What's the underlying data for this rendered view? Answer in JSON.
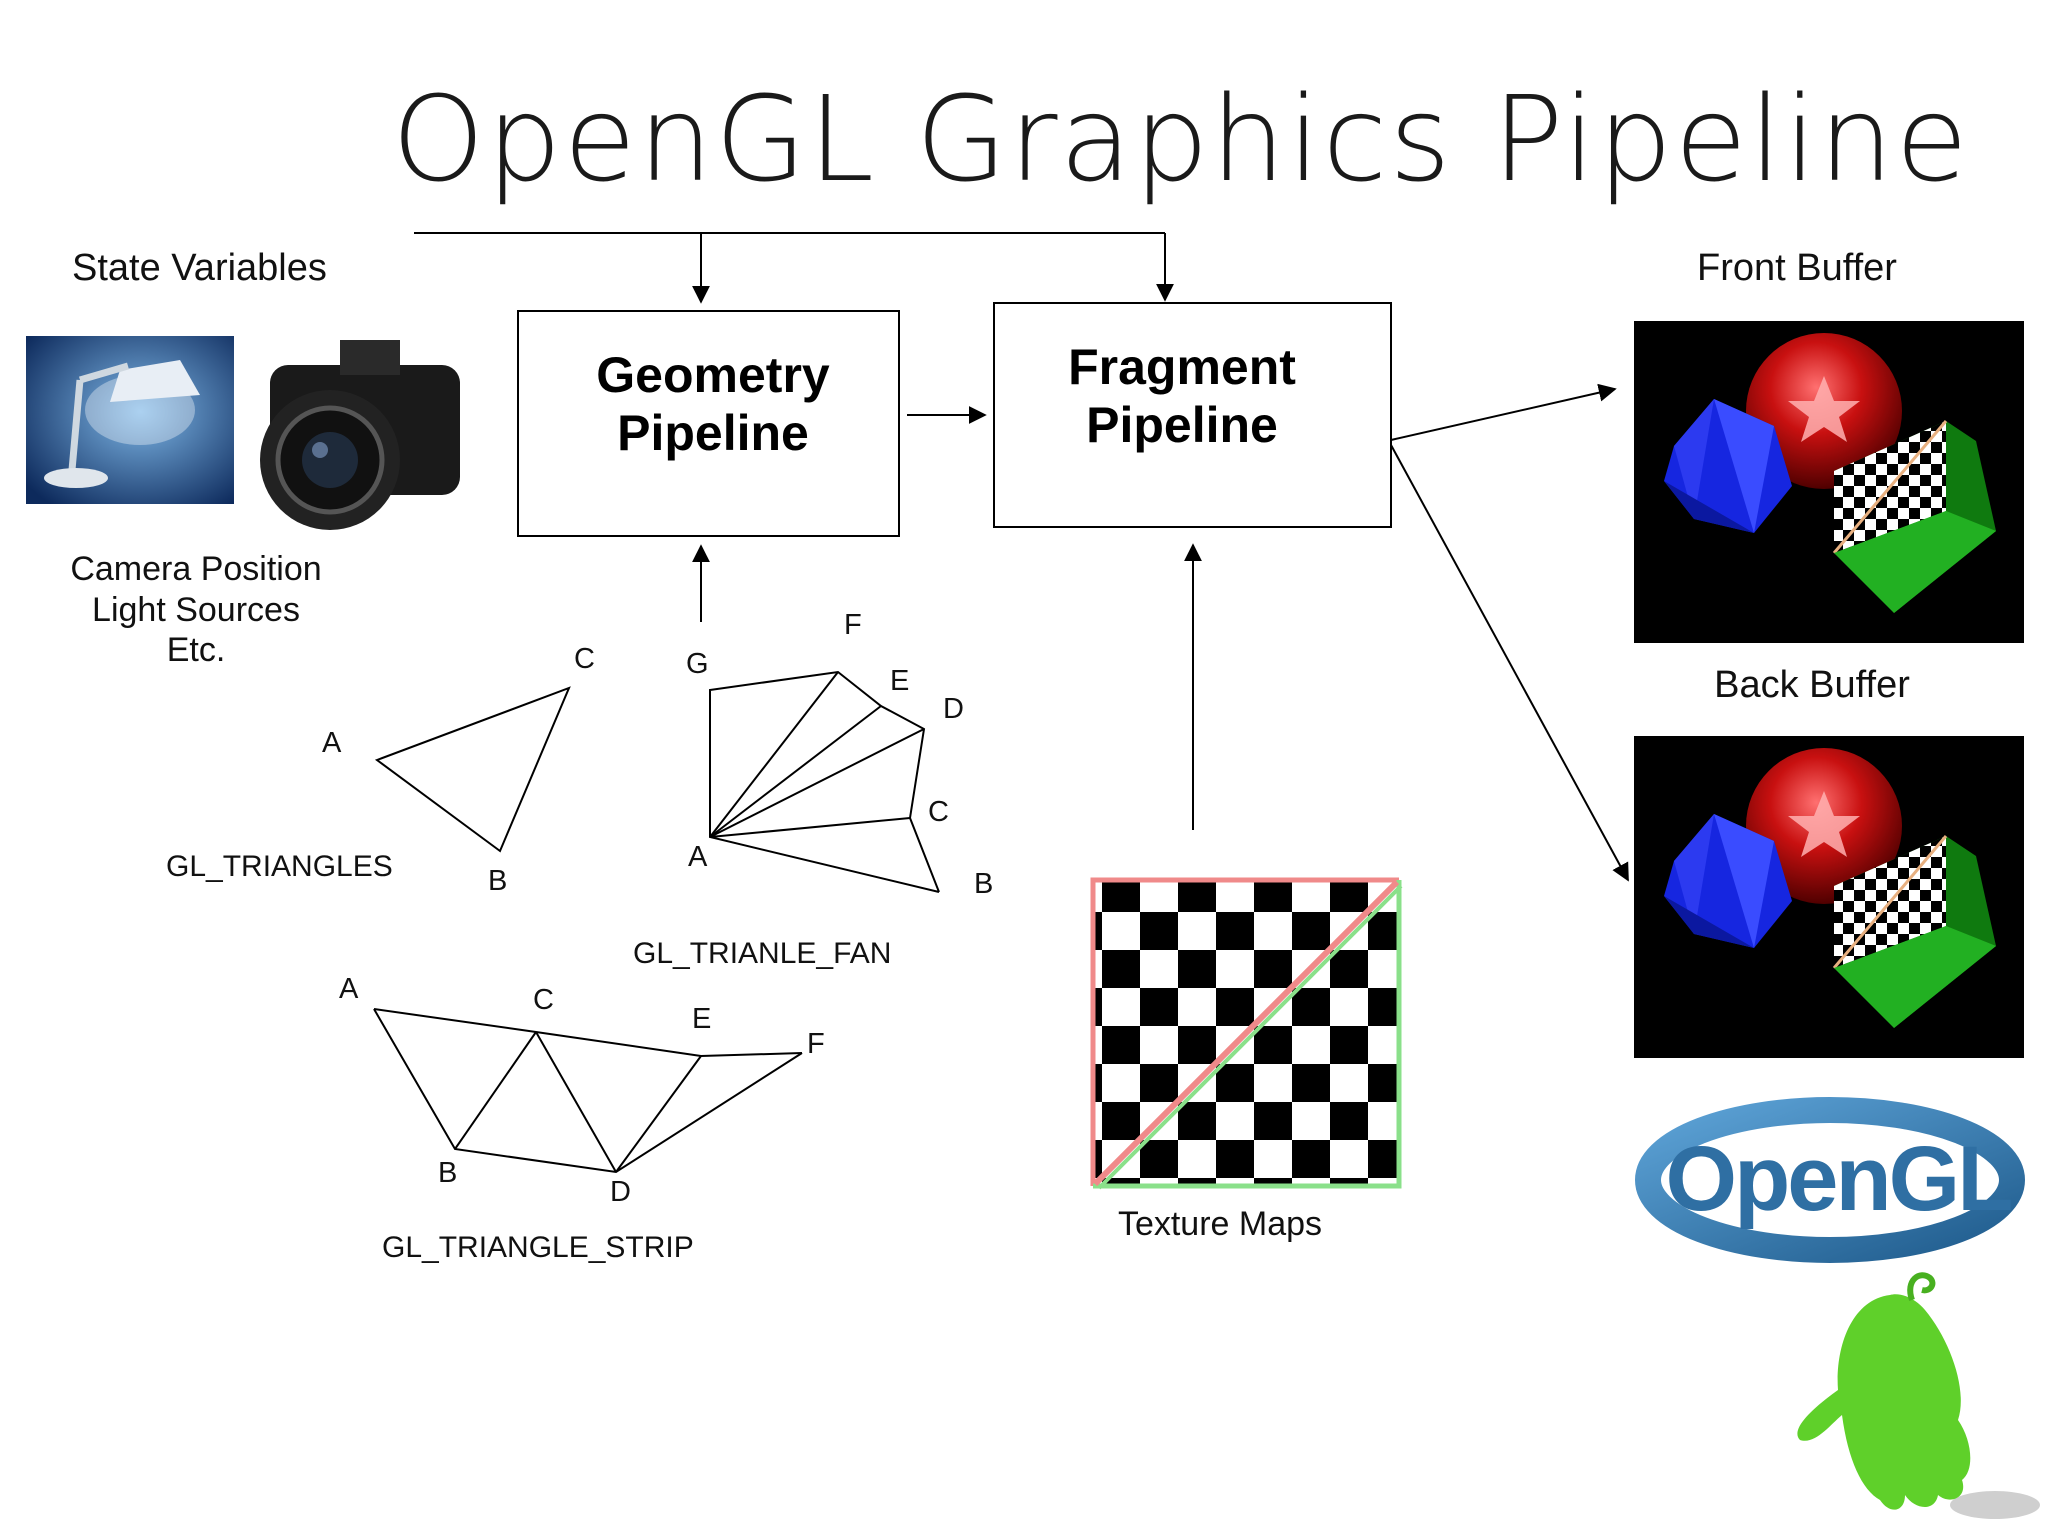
{
  "title": "OpenGL Graphics Pipeline",
  "state_variables": {
    "heading": "State Variables",
    "list": [
      "Camera Position",
      "Light Sources",
      "Etc."
    ]
  },
  "boxes": {
    "geometry": [
      "Geometry",
      "Pipeline"
    ],
    "fragment": [
      "Fragment",
      "Pipeline"
    ]
  },
  "buffers": {
    "front_label": "Front Buffer",
    "back_label": "Back Buffer"
  },
  "texture": {
    "label": "Texture Maps"
  },
  "primitives": {
    "triangles": {
      "name": "GL_TRIANGLES",
      "vertices": [
        "A",
        "B",
        "C"
      ]
    },
    "fan": {
      "name": "GL_TRIANLE_FAN",
      "vertices": [
        "A",
        "B",
        "C",
        "D",
        "E",
        "F",
        "G"
      ]
    },
    "strip": {
      "name": "GL_TRIANGLE_STRIP",
      "vertices": [
        "A",
        "B",
        "C",
        "D",
        "E",
        "F"
      ]
    }
  },
  "logo": {
    "text": "OpenGL",
    "color": "#3a7fb5"
  },
  "colors": {
    "sphere": "#c81010",
    "icosahedron": "#1626e0",
    "cube": "#18a018",
    "mascot": "#5fd02a"
  }
}
